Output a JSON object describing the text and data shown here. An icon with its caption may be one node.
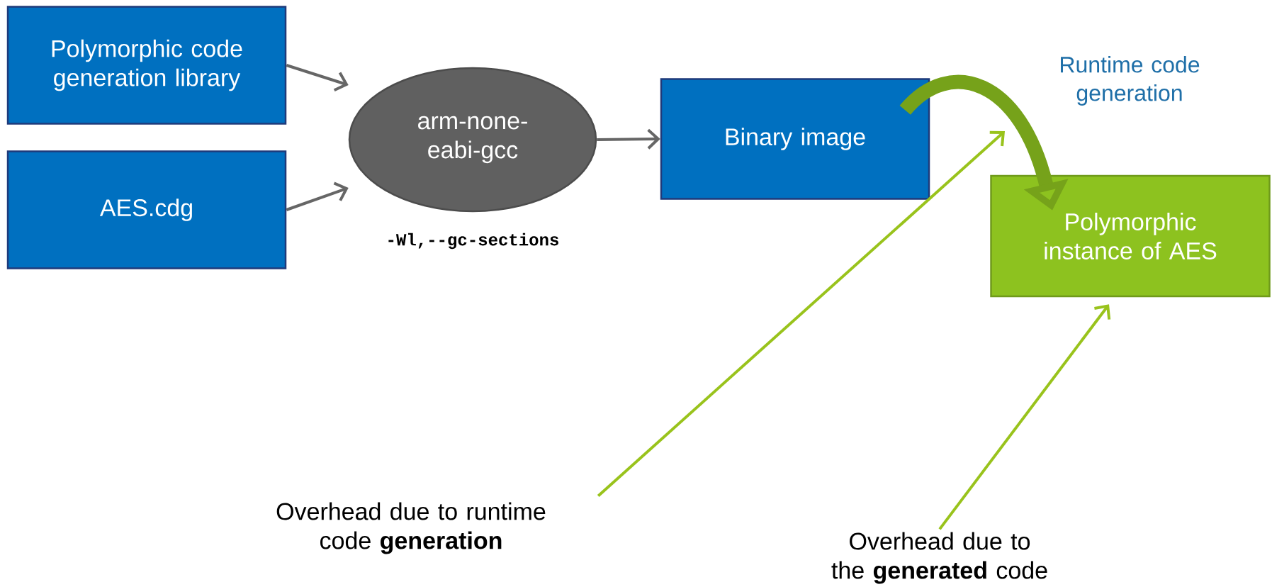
{
  "diagram": {
    "nodes": [
      {
        "text": [
          "Polymorphic code generation library"
        ]
      },
      {
        "text": [
          "AES.cdg"
        ]
      },
      {
        "text": [
          "arm-none-eabi-gcc"
        ]
      },
      {
        "text": [
          "Binary image"
        ]
      },
      {
        "text": [
          "Polymorphic instance of AES"
        ]
      },
      {
        "text": [
          "Overhead due to runtime code **generation**"
        ]
      },
      {
        "text": [
          "Overhead due to the **generated** code"
        ]
      }
    ],
    "edges": [
      {
        "from": 0,
        "to": 2,
        "arrow": "to"
      },
      {
        "from": 1,
        "to": 2,
        "arrow": "to"
      },
      {
        "from": 2,
        "to": 3,
        "arrow": "to"
      },
      {
        "from": 3,
        "to": 4,
        "arrow": "to",
        "style": "thick",
        "color": "#76a21a"
      },
      {
        "from": 5,
        "to": null,
        "arrow": "to",
        "color": "#99c31c"
      },
      {
        "from": 6,
        "to": 4,
        "arrow": "to",
        "color": "#99c31c"
      }
    ],
    "labels": [
      "-Wl,--gc-sections",
      "Runtime code generation"
    ]
  }
}
